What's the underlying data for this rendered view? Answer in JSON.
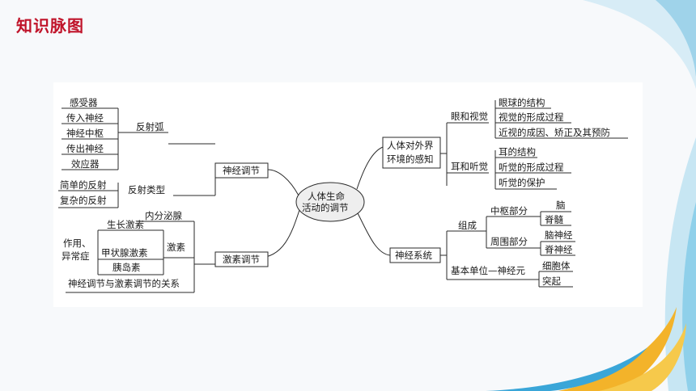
{
  "header": {
    "title": "知识脉图"
  },
  "colors": {
    "title": "#c0142a",
    "line": "#2a2a2a",
    "bubble": "#eeeeee"
  },
  "center": {
    "line1": "人体生命",
    "line2": "活动的调节"
  },
  "nerve_reg": {
    "label": "神经调节",
    "reflex_arc": {
      "label": "反射弧",
      "items": [
        "感受器",
        "传入神经",
        "神经中枢",
        "传出神经",
        "效应器"
      ]
    },
    "reflex_types": {
      "label": "反射类型",
      "items": [
        "简单的反射",
        "复杂的反射"
      ]
    }
  },
  "hormone_reg": {
    "label": "激素调节",
    "endocrine": "内分泌腺",
    "hormones": {
      "label": "激素",
      "function_label_1": "作用、",
      "function_label_2": "异常症",
      "items": [
        "生长激素",
        "甲状腺激素",
        "胰岛素"
      ]
    },
    "relation": "神经调节与激素调节的关系"
  },
  "perception": {
    "label_1": "人体对外界",
    "label_2": "环境的感知",
    "eye": {
      "label": "眼和视觉",
      "items": [
        "眼球的结构",
        "视觉的形成过程",
        "近视的成因、矫正及其预防"
      ]
    },
    "ear": {
      "label": "耳和听觉",
      "items": [
        "耳的结构",
        "听觉的形成过程",
        "听觉的保护"
      ]
    }
  },
  "nervous_system": {
    "label": "神经系统",
    "composition": {
      "label": "组成",
      "central": {
        "label": "中枢部分",
        "items": [
          "脑",
          "脊髓"
        ]
      },
      "peripheral": {
        "label": "周围部分",
        "items": [
          "脑神经",
          "脊神经"
        ]
      }
    },
    "unit": {
      "label": "基本单位—神经元",
      "items": [
        "细胞体",
        "突起"
      ]
    }
  }
}
